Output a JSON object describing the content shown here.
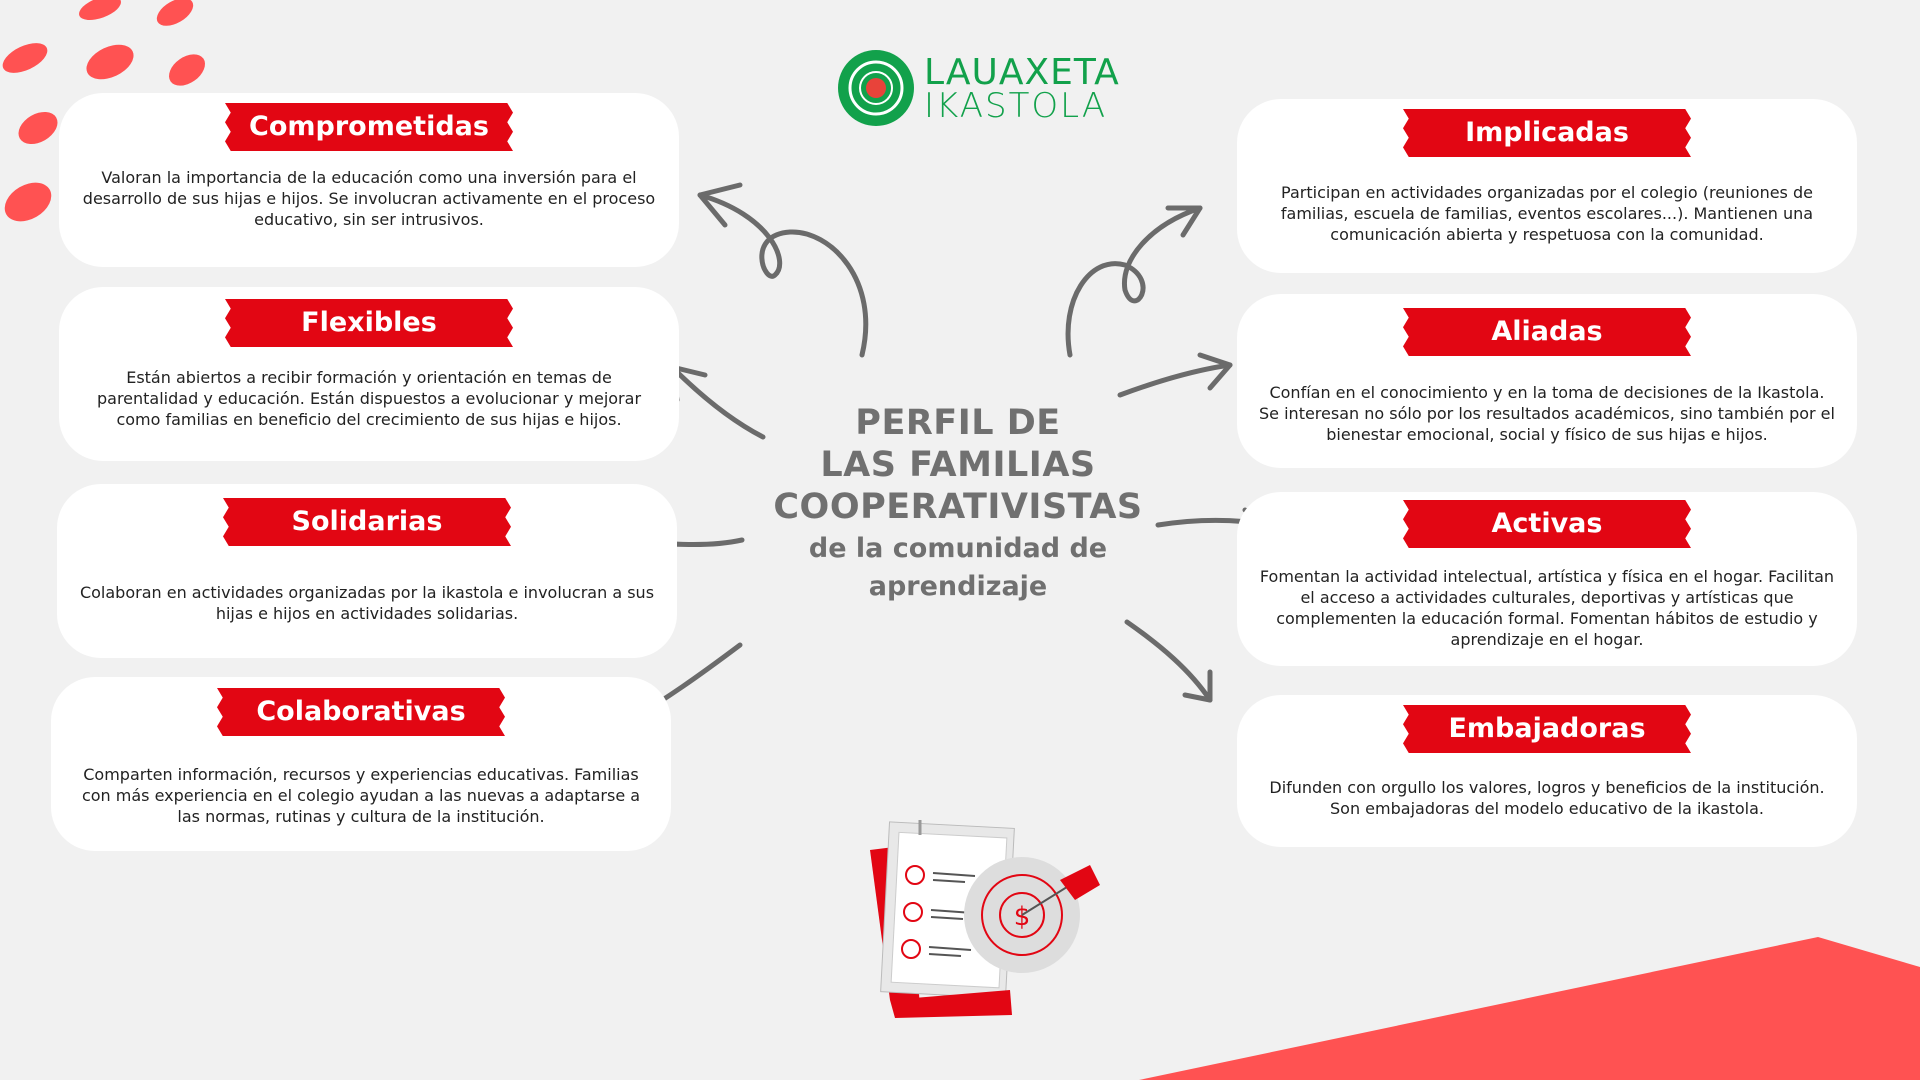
{
  "logo": {
    "line1": "LAUAXETA",
    "line2": "IKASTOLA"
  },
  "title": {
    "main_lines": [
      "PERFIL DE",
      "LAS FAMILIAS",
      "COOPERATIVISTAS"
    ],
    "sub_lines": [
      "de la comunidad de",
      "aprendizaje"
    ]
  },
  "cards": [
    {
      "label": "Comprometidas",
      "text": "Valoran la importancia de la educación como una inversión para el desarrollo de sus hijas e hijos. Se involucran activamente en el proceso educativo, sin ser intrusivos."
    },
    {
      "label": "Flexibles",
      "text": "Están abiertos a recibir formación y orientación en temas de parentalidad y educación. Están dispuestos a evolucionar y mejorar como familias en beneficio del crecimiento de sus hijas e hijos."
    },
    {
      "label": "Solidarias",
      "text": "Colaboran en actividades organizadas por la ikastola e involucran a sus hijas e hijos en actividades solidarias."
    },
    {
      "label": "Colaborativas",
      "text": "Comparten información, recursos y experiencias educativas. Familias con más experiencia en el colegio ayudan a las nuevas a adaptarse a las normas, rutinas y cultura de la institución."
    },
    {
      "label": "Implicadas",
      "text": "Participan en actividades organizadas por el colegio (reuniones de familias, escuela de familias, eventos escolares...). Mantienen una comunicación abierta y respetuosa con la comunidad."
    },
    {
      "label": "Aliadas",
      "text": "Confían en el conocimiento y en la toma de decisiones de la Ikastola. Se interesan no sólo por los resultados académicos, sino también por el bienestar emocional, social y físico de sus hijas e hijos."
    },
    {
      "label": "Activas",
      "text": "Fomentan la actividad intelectual, artística y física en el hogar. Facilitan el acceso a actividades culturales, deportivas y artísticas que complementen la educación formal. Fomentan hábitos de estudio y aprendizaje en el hogar."
    },
    {
      "label": "Embajadoras",
      "text": "Difunden con orgullo los valores, logros y beneficios de la institución. Son embajadoras del modelo educativo de la ikastola."
    }
  ],
  "colors": {
    "accent": "#e20613",
    "logo_green": "#12a14b",
    "decor": "#ff5252",
    "arrow": "#6b6b6b"
  }
}
